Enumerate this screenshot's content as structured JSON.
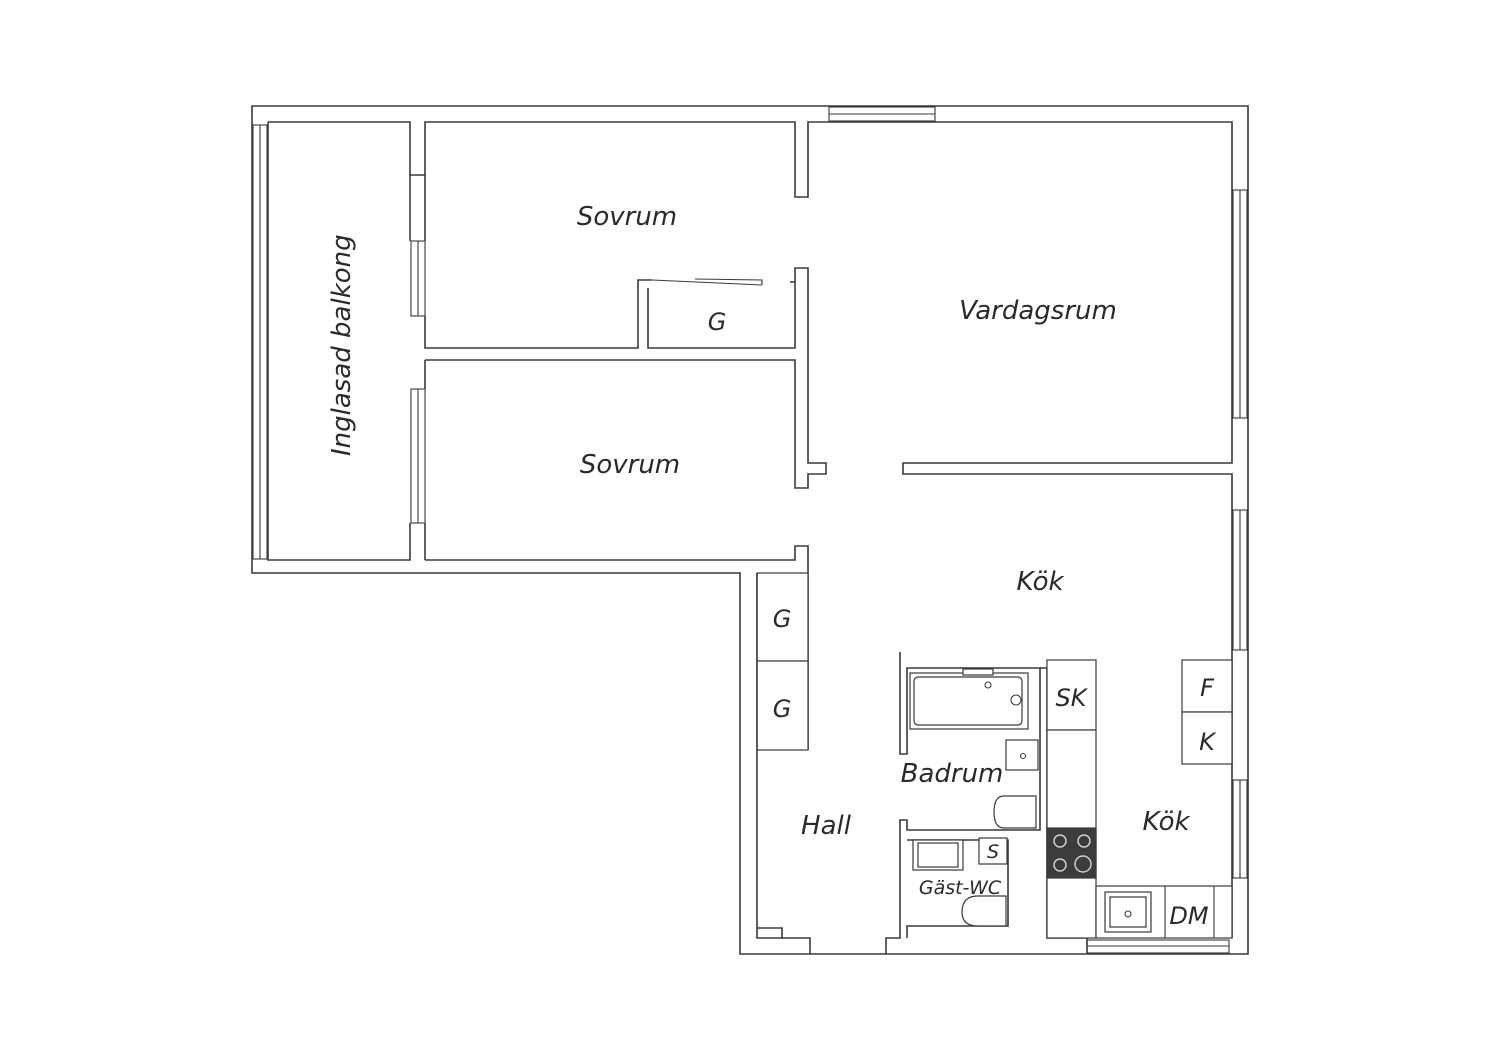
{
  "rooms": {
    "balcony": "Inglasad balkong",
    "bedroom_top": "Sovrum",
    "bedroom_bottom": "Sovrum",
    "closet_bedroom": "G",
    "living_room": "Vardagsrum",
    "kitchen_upper": "Kök",
    "kitchen_lower": "Kök",
    "hall": "Hall",
    "bathroom": "Badrum",
    "guest_wc": "Gäst-WC",
    "closet_hall_1": "G",
    "closet_hall_2": "G"
  },
  "fixtures": {
    "linen_cabinet": "SK",
    "fridge": "F",
    "freezer": "K",
    "dishwasher": "DM",
    "wc_cabinet": "S"
  },
  "colors": {
    "wall": "#3a3a3a",
    "stove": "#3c3c3c",
    "text": "#2a2a2a"
  }
}
